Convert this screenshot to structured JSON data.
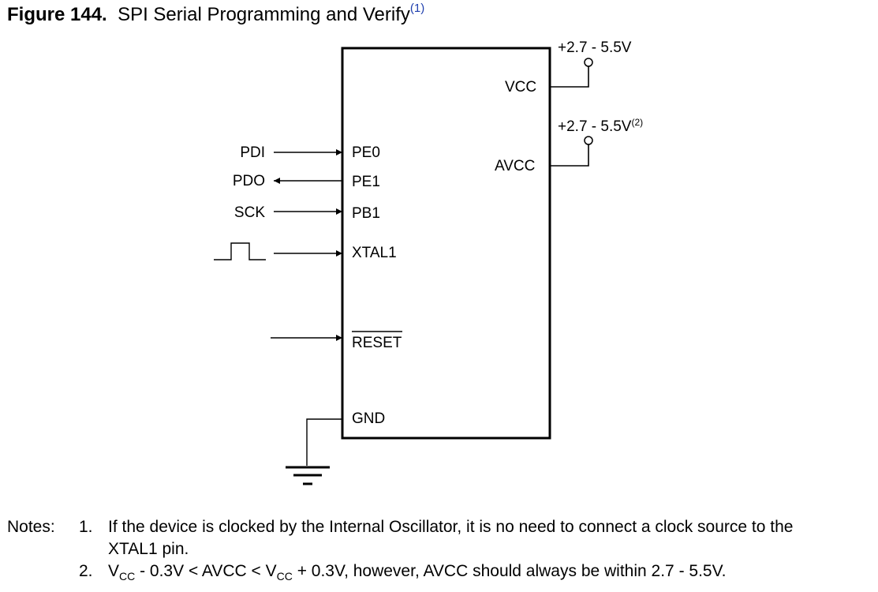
{
  "title": {
    "figure_label": "Figure 144.",
    "caption": "SPI Serial Programming and Verify",
    "note_ref": "(1)"
  },
  "diagram": {
    "chip_pins_right": [
      {
        "pin": "VCC",
        "supply": "+2.7 - 5.5V",
        "supply_ref": ""
      },
      {
        "pin": "AVCC",
        "supply": "+2.7 - 5.5V",
        "supply_ref": "(2)"
      }
    ],
    "chip_pins_left": [
      {
        "pin": "PE0",
        "signal": "PDI",
        "direction": "in"
      },
      {
        "pin": "PE1",
        "signal": "PDO",
        "direction": "out"
      },
      {
        "pin": "PB1",
        "signal": "SCK",
        "direction": "in"
      },
      {
        "pin": "XTAL1",
        "signal": "",
        "direction": "in",
        "source": "clock-pulse"
      },
      {
        "pin": "RESET",
        "signal": "",
        "direction": "in",
        "overline": true
      },
      {
        "pin": "GND",
        "signal": "",
        "direction": "ground"
      }
    ]
  },
  "notes": {
    "label": "Notes:",
    "items": [
      {
        "number": "1.",
        "line1": "If the device is clocked by the Internal Oscillator, it is no need to connect a clock source to the",
        "line2": "XTAL1 pin."
      },
      {
        "number": "2.",
        "v1": "V",
        "sub1": "CC",
        "mid": " - 0.3V < AVCC < V",
        "sub2": "CC",
        "end": " + 0.3V, however, AVCC should always be within 2.7 - 5.5V."
      }
    ]
  }
}
